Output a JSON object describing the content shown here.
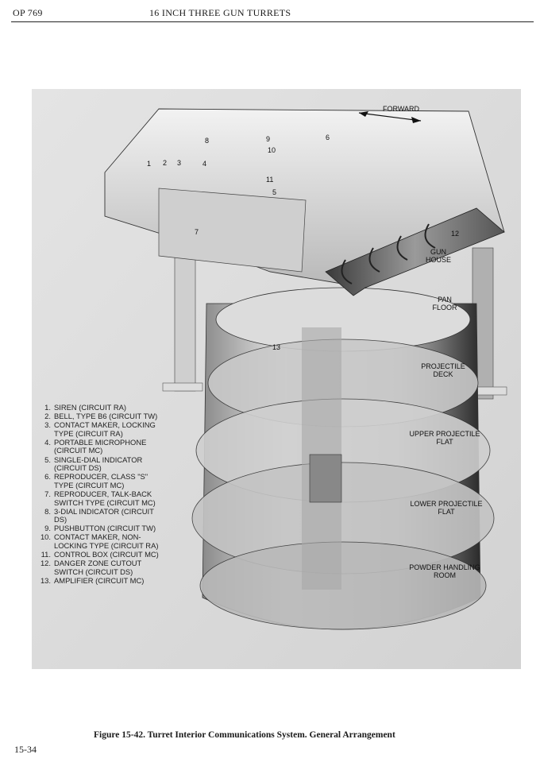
{
  "header": {
    "doc_id": "OP 769",
    "title": "16 INCH THREE GUN TURRETS"
  },
  "figure": {
    "direction_label": "FORWARD",
    "decks": [
      "GUN HOUSE",
      "PAN FLOOR",
      "PROJECTILE DECK",
      "UPPER PROJECTILE FLAT",
      "LOWER PROJECTILE FLAT",
      "POWDER HANDLING ROOM"
    ],
    "callouts": [
      "1",
      "2",
      "3",
      "4",
      "5",
      "6",
      "7",
      "8",
      "9",
      "10",
      "11",
      "12",
      "13"
    ],
    "legend": [
      {
        "n": "1.",
        "text": "SIREN (CIRCUIT RA)"
      },
      {
        "n": "2.",
        "text": "BELL, TYPE B6 (CIRCUIT TW)"
      },
      {
        "n": "3.",
        "text": "CONTACT MAKER, LOCKING TYPE (CIRCUIT RA)"
      },
      {
        "n": "4.",
        "text": "PORTABLE MICROPHONE (CIRCUIT MC)"
      },
      {
        "n": "5.",
        "text": "SINGLE-DIAL INDICATOR (CIRCUIT DS)"
      },
      {
        "n": "6.",
        "text": "REPRODUCER, CLASS \"S\" TYPE (CIRCUIT MC)"
      },
      {
        "n": "7.",
        "text": "REPRODUCER, TALK-BACK SWITCH TYPE (CIRCUIT MC)"
      },
      {
        "n": "8.",
        "text": "3-DIAL INDICATOR (CIRCUIT DS)"
      },
      {
        "n": "9.",
        "text": "PUSHBUTTON (CIRCUIT TW)"
      },
      {
        "n": "10.",
        "text": "CONTACT MAKER, NON-LOCKING TYPE (CIRCUIT RA)"
      },
      {
        "n": "11.",
        "text": "CONTROL BOX (CIRCUIT MC)"
      },
      {
        "n": "12.",
        "text": "DANGER ZONE CUTOUT SWITCH (CIRCUIT DS)"
      },
      {
        "n": "13.",
        "text": "AMPLIFIER (CIRCUIT MC)"
      }
    ],
    "caption": "Figure 15-42.  Turret Interior Communications System.  General Arrangement"
  },
  "footer": {
    "page_number": "15-34"
  }
}
